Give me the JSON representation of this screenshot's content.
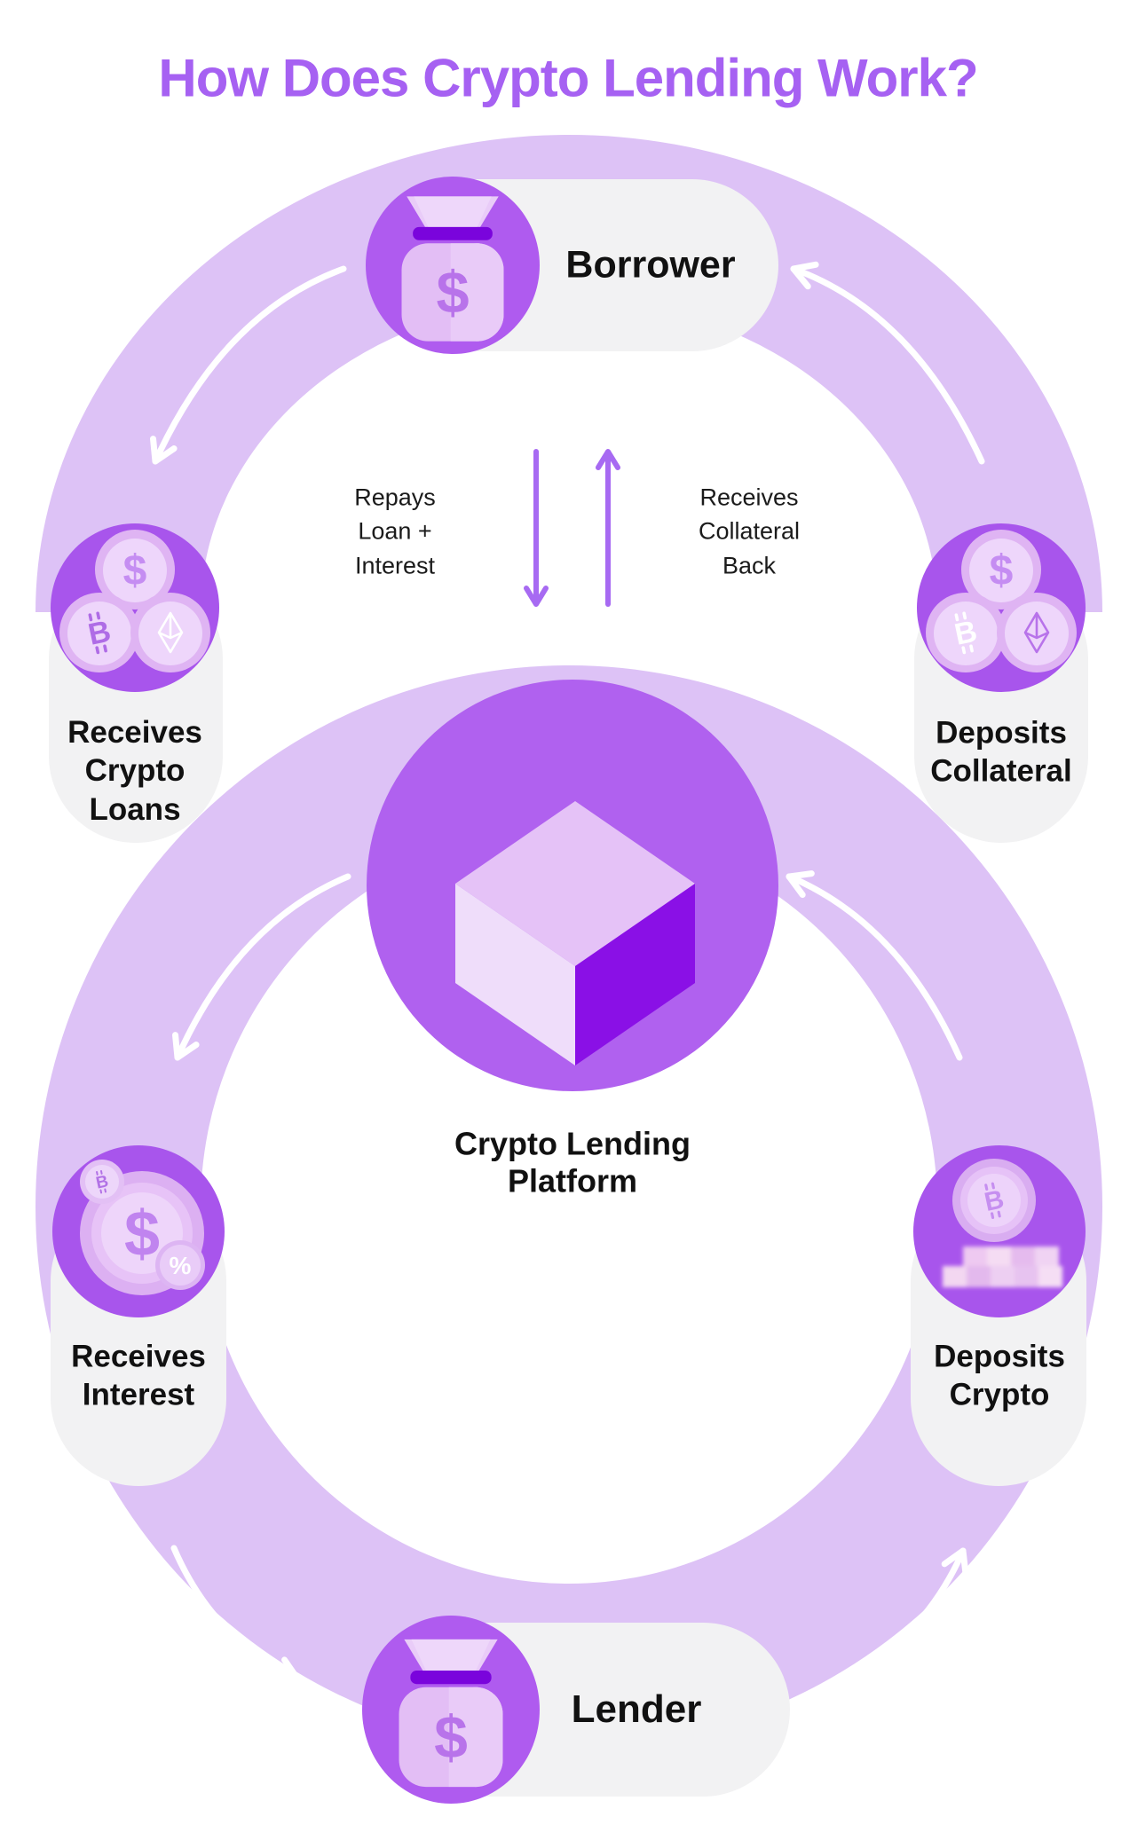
{
  "title": "How Does Crypto Lending Work?",
  "top_cycle": {
    "actor_label": "Borrower",
    "left_step_label": "Receives\nCrypto\nLoans",
    "right_step_label": "Deposits\nCollateral",
    "repay_label": "Repays\nLoan +\nInterest",
    "collateral_back_label": "Receives\nCollateral\nBack"
  },
  "platform_label": "Crypto Lending\nPlatform",
  "bottom_cycle": {
    "actor_label": "Lender",
    "left_step_label": "Receives\nInterest",
    "right_step_label": "Deposits\nCrypto"
  },
  "icons": {
    "borrower": "money-bag-icon",
    "lender": "money-bag-icon",
    "receives_crypto_loans": "crypto-coins-icon",
    "deposits_collateral": "crypto-coins-icon",
    "receives_interest": "dollar-coin-percent-icon",
    "deposits_crypto": "bitcoin-coin-stack-icon",
    "platform": "cube-icon",
    "flow_arrows": "curved-arrow-icon",
    "coin_symbols": [
      "$",
      "B",
      "ETH-diamond",
      "%"
    ]
  },
  "palette": {
    "title_text": "#a661f2",
    "band": "#ddc2f6",
    "pill": "#f2f2f3",
    "icon_circle": "#a855ec",
    "actor_circle": "#af5bef",
    "platform_circle": "#b061ef",
    "cube_top": "#e5c2f7",
    "cube_left": "#efddfa",
    "cube_right": "#8a10e6",
    "bag_tie": "#7a04dc",
    "arrow_purple": "#a76af2",
    "arrow_white": "#ffffff",
    "label_text": "#111111"
  }
}
